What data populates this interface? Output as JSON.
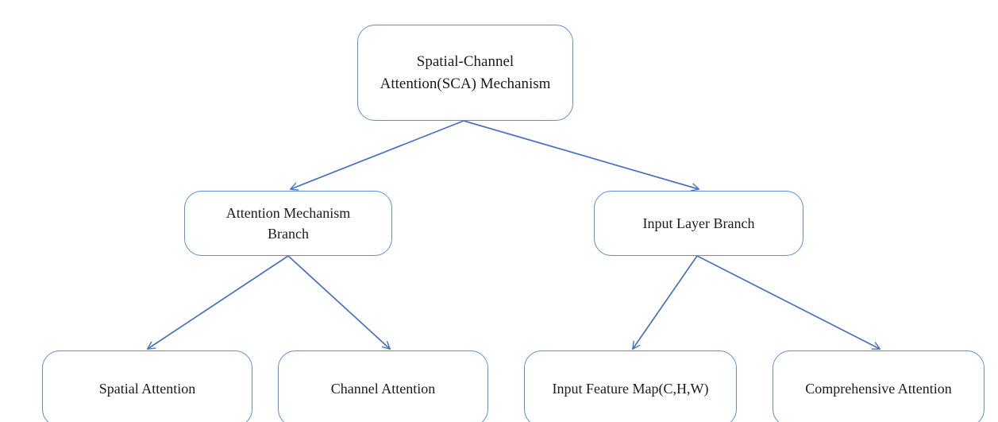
{
  "diagram": {
    "title": "Spatial-Channel Attention(SCA) Mechanism",
    "type": "hierarchical-tree",
    "colors": {
      "node_border": "#5b8fd4",
      "node_fill": "#ffffff",
      "connector": "#4472c4",
      "text": "#1b1b1b",
      "background": "#ffffff"
    },
    "nodes": {
      "root": {
        "id": "sca-mechanism",
        "label": "Spatial-Channel\nAttention(SCA) Mechanism",
        "level": 0
      },
      "branch_left": {
        "id": "attention-mechanism-branch",
        "label": "Attention Mechanism\nBranch",
        "level": 1
      },
      "branch_right": {
        "id": "input-layer-branch",
        "label": "Input Layer Branch",
        "level": 1
      },
      "leaf_1": {
        "id": "spatial-attention",
        "label": "Spatial Attention",
        "level": 2
      },
      "leaf_2": {
        "id": "channel-attention",
        "label": "Channel Attention",
        "level": 2
      },
      "leaf_3": {
        "id": "input-feature-map",
        "label": "Input Feature Map(C,H,W)",
        "level": 2
      },
      "leaf_4": {
        "id": "comprehensive-attention",
        "label": "Comprehensive Attention",
        "level": 2
      }
    },
    "edges": [
      {
        "from": "sca-mechanism",
        "to": "attention-mechanism-branch",
        "arrow": "open-v"
      },
      {
        "from": "sca-mechanism",
        "to": "input-layer-branch",
        "arrow": "open-v"
      },
      {
        "from": "attention-mechanism-branch",
        "to": "spatial-attention",
        "arrow": "open-v"
      },
      {
        "from": "attention-mechanism-branch",
        "to": "channel-attention",
        "arrow": "open-v"
      },
      {
        "from": "input-layer-branch",
        "to": "input-feature-map",
        "arrow": "open-v"
      },
      {
        "from": "input-layer-branch",
        "to": "comprehensive-attention",
        "arrow": "open-v"
      }
    ]
  }
}
